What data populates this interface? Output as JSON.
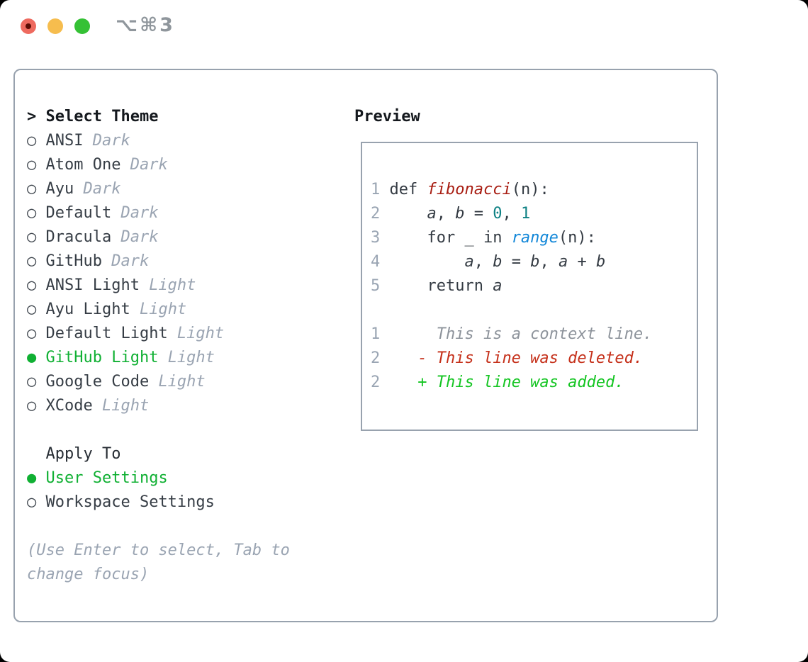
{
  "window": {
    "title": "⌥⌘3",
    "traffic_lights": [
      {
        "name": "close",
        "has_dot": true
      },
      {
        "name": "minimize",
        "has_dot": false
      },
      {
        "name": "zoom",
        "has_dot": false
      }
    ]
  },
  "glyphs": {
    "header_prefix": "> ",
    "radio_on": "● ",
    "radio_off": "○ "
  },
  "theme_panel": {
    "header": "Select Theme",
    "items": [
      {
        "name": "ANSI",
        "variant": "Dark",
        "selected": false
      },
      {
        "name": "Atom One",
        "variant": "Dark",
        "selected": false
      },
      {
        "name": "Ayu",
        "variant": "Dark",
        "selected": false
      },
      {
        "name": "Default",
        "variant": "Dark",
        "selected": false
      },
      {
        "name": "Dracula",
        "variant": "Dark",
        "selected": false
      },
      {
        "name": "GitHub",
        "variant": "Dark",
        "selected": false
      },
      {
        "name": "ANSI Light",
        "variant": "Light",
        "selected": false
      },
      {
        "name": "Ayu Light",
        "variant": "Light",
        "selected": false
      },
      {
        "name": "Default Light",
        "variant": "Light",
        "selected": false
      },
      {
        "name": "GitHub Light",
        "variant": "Light",
        "selected": true
      },
      {
        "name": "Google Code",
        "variant": "Light",
        "selected": false
      },
      {
        "name": "XCode",
        "variant": "Light",
        "selected": false
      }
    ]
  },
  "apply_panel": {
    "header": "Apply To",
    "options": [
      {
        "name": "User Settings",
        "selected": true
      },
      {
        "name": "Workspace Settings",
        "selected": false
      }
    ]
  },
  "hint": {
    "line1": "(Use Enter to select, Tab to",
    "line2": "change focus)"
  },
  "preview": {
    "header": "Preview",
    "lines": [
      {
        "segments": [
          {
            "text": "1",
            "style": "num"
          },
          {
            "text": " def ",
            "style": "plain"
          },
          {
            "text": "fibonacci",
            "style": "func"
          },
          {
            "text": "(n):",
            "style": "plain"
          }
        ]
      },
      {
        "segments": [
          {
            "text": "2",
            "style": "num"
          },
          {
            "text": "     ",
            "style": "plain"
          },
          {
            "text": "a",
            "style": "var"
          },
          {
            "text": ", ",
            "style": "plain"
          },
          {
            "text": "b",
            "style": "var"
          },
          {
            "text": " = ",
            "style": "plain"
          },
          {
            "text": "0",
            "style": "numlit"
          },
          {
            "text": ", ",
            "style": "plain"
          },
          {
            "text": "1",
            "style": "numlit"
          }
        ]
      },
      {
        "segments": [
          {
            "text": "3",
            "style": "num"
          },
          {
            "text": "     for _ in ",
            "style": "plain"
          },
          {
            "text": "range",
            "style": "call"
          },
          {
            "text": "(n):",
            "style": "plain"
          }
        ]
      },
      {
        "segments": [
          {
            "text": "4",
            "style": "num"
          },
          {
            "text": "         ",
            "style": "plain"
          },
          {
            "text": "a",
            "style": "var"
          },
          {
            "text": ", ",
            "style": "plain"
          },
          {
            "text": "b",
            "style": "var"
          },
          {
            "text": " = ",
            "style": "plain"
          },
          {
            "text": "b",
            "style": "var"
          },
          {
            "text": ", ",
            "style": "plain"
          },
          {
            "text": "a",
            "style": "var"
          },
          {
            "text": " + ",
            "style": "plain"
          },
          {
            "text": "b",
            "style": "var"
          }
        ]
      },
      {
        "segments": [
          {
            "text": "5",
            "style": "num"
          },
          {
            "text": "     return ",
            "style": "plain"
          },
          {
            "text": "a",
            "style": "var"
          }
        ]
      },
      {
        "segments": []
      },
      {
        "segments": [
          {
            "text": "1",
            "style": "num"
          },
          {
            "text": "      ",
            "style": "plain"
          },
          {
            "text": "This is a context line.",
            "style": "ctx"
          }
        ]
      },
      {
        "segments": [
          {
            "text": "2",
            "style": "num"
          },
          {
            "text": "    ",
            "style": "plain"
          },
          {
            "text": "- This line was deleted.",
            "style": "del"
          }
        ]
      },
      {
        "segments": [
          {
            "text": "2",
            "style": "num"
          },
          {
            "text": "    ",
            "style": "plain"
          },
          {
            "text": "+ This line was added.",
            "style": "add"
          }
        ]
      }
    ]
  },
  "colors": {
    "outside-bg": "#000000",
    "window-bg": "#ffffff",
    "border": "#98a2ae",
    "header-text": "#15191e",
    "section-text": "#272d34",
    "item-text": "#363d45",
    "bullet-gray": "#3d444c",
    "dim-text": "#9aa4b2",
    "accent-green": "#10b033",
    "code-text": "#343b43",
    "line-number": "#9aa5b3",
    "func-red": "#a81d12",
    "literal-teal": "#0e8184",
    "call-blue": "#1287d8",
    "context-gray": "#8d939b",
    "deleted-red": "#c5301a",
    "added-green": "#14c522",
    "traffic-red": "#ee6a5f",
    "traffic-red-dot": "#5c0d05",
    "traffic-yellow": "#f6bd4e",
    "traffic-green": "#35c135",
    "title-text": "#8f969c"
  }
}
